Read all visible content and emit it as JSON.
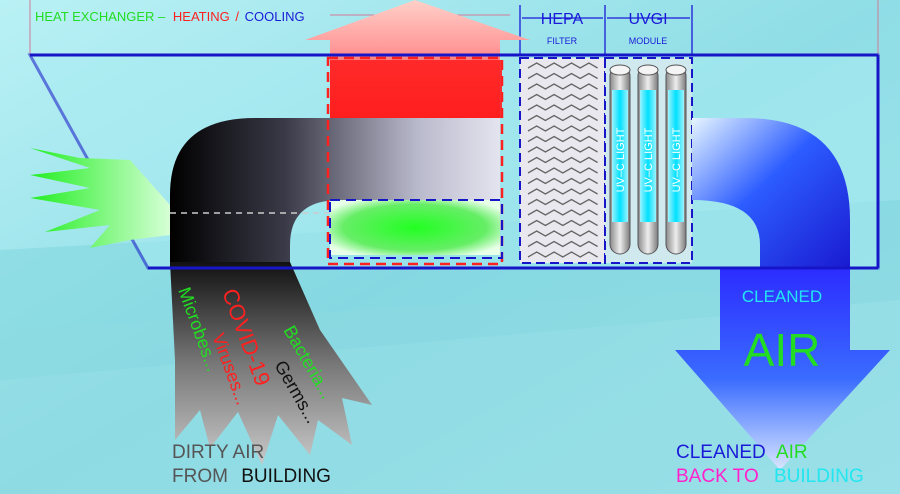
{
  "header": {
    "heat_exchanger": "HEAT EXCHANGER –",
    "heating": "HEATING",
    "slash": "/",
    "cooling": "COOLING",
    "hepa": "HEPA",
    "hepa_sub": "FILTER",
    "uvgi": "UVGI",
    "uvgi_sub": "MODULE"
  },
  "uv_lamps": [
    "UV–C LIGHT",
    "UV–C LIGHT",
    "UV–C LIGHT"
  ],
  "intake_labels": {
    "microbes": "Microbes...",
    "covid": "COVID-19",
    "viruses": "Viruses...",
    "bacteria": "Bacteria...",
    "germs": "Germs..."
  },
  "dirty_air": {
    "line1": "DIRTY AIR",
    "line2_a": "FROM",
    "line2_b": "BUILDING"
  },
  "outlet_arrow": {
    "cleaned": "CLEANED",
    "air": "AIR"
  },
  "return_air": {
    "cleaned": "CLEANED",
    "air": "AIR",
    "back_to": "BACK TO",
    "building": "BUILDING"
  },
  "colors": {
    "green": "#22dd22",
    "red": "#ff2020",
    "blue": "#1a1ad8",
    "cyan": "#22e6f0",
    "magenta": "#ff22cc",
    "duct_outline": "#1616c8"
  }
}
